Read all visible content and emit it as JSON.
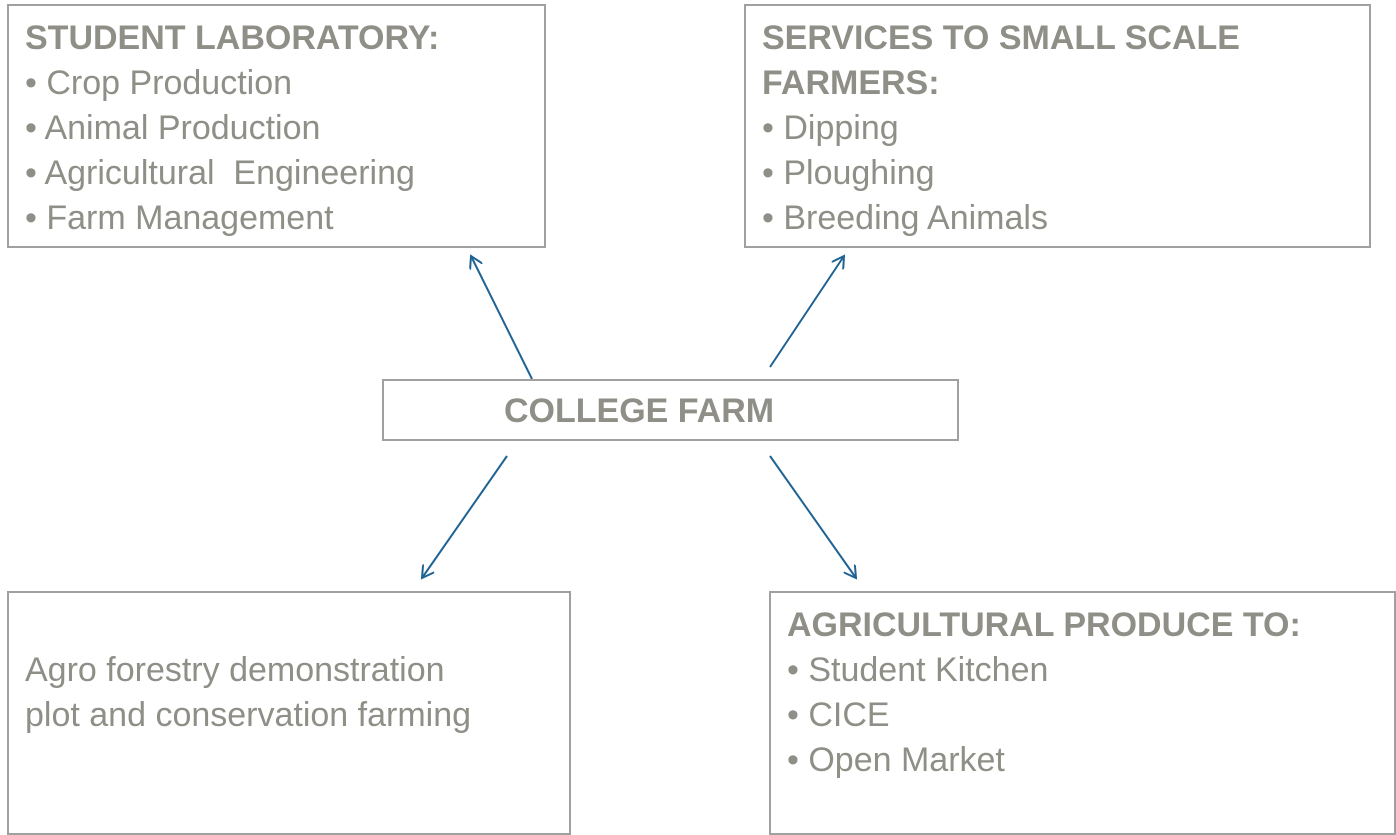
{
  "student_lab": {
    "title": "STUDENT LABORATORY:",
    "items": [
      "• Crop Production",
      "• Animal Production",
      "• Agricultural  Engineering",
      "• Farm Management"
    ]
  },
  "services": {
    "title": "SERVICES TO SMALL SCALE FARMERS:",
    "items": [
      "• Dipping",
      "• Ploughing",
      "• Breeding Animals"
    ]
  },
  "center": {
    "title": "COLLEGE FARM"
  },
  "agro": {
    "lines": [
      "Agro forestry demonstration",
      "plot and conservation farming"
    ]
  },
  "produce": {
    "title": "AGRICULTURAL PRODUCE TO:",
    "items": [
      "• Student Kitchen",
      "• CICE",
      "• Open Market"
    ]
  },
  "colors": {
    "text": "#8f8f88",
    "border": "#a0a0a0",
    "arrow": "#1f6394"
  }
}
